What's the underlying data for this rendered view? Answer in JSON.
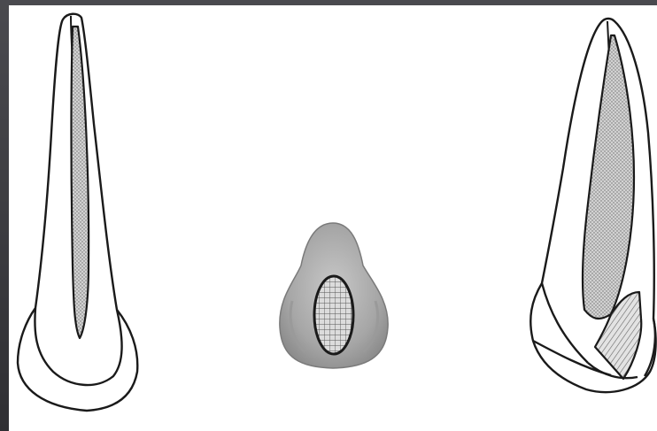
{
  "figure": {
    "panels": [
      {
        "view": "tooth-labial-section"
      },
      {
        "view": "tooth-incisal-occlusal"
      },
      {
        "view": "tooth-proximal-section"
      }
    ],
    "colors": {
      "frame": "#3b3b3f",
      "background": "#ffffff",
      "outline": "#1a1a1a",
      "pulp_fill": "#bdbdbd",
      "crown_shade": "#a9a9a9",
      "access_fill": "#d9d9d9"
    }
  }
}
